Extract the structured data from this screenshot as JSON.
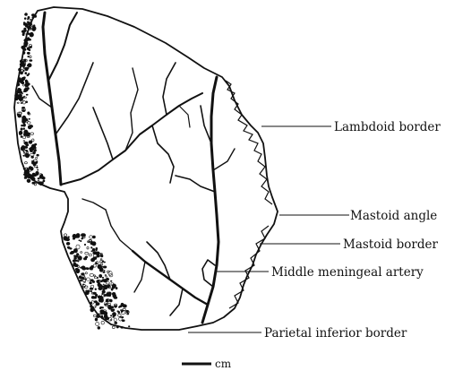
{
  "labels": {
    "lambdoid_border": "Lambdoid border",
    "mastoid_angle": "Mastoid angle",
    "mastoid_border": "Mastoid border",
    "middle_meningeal_artery": "Middle meningeal artery",
    "parietal_inferior_border": "Parietal inferior border"
  },
  "scale_bar": {
    "unit": "cm"
  },
  "colors": {
    "ink": "#111111",
    "background": "#ffffff"
  }
}
